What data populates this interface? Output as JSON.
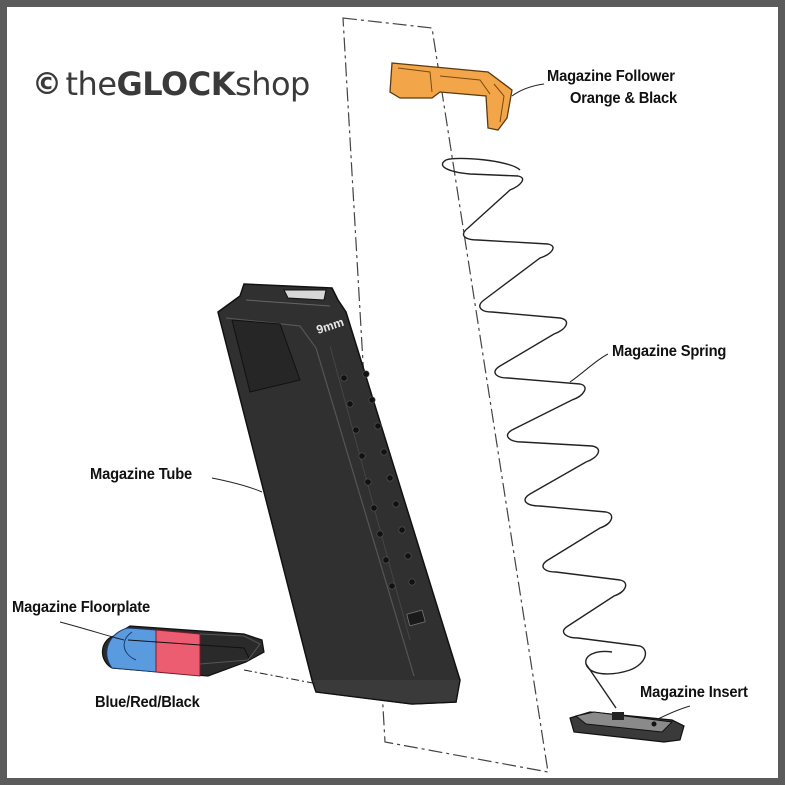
{
  "brand": {
    "copyright_symbol": "©",
    "name_prefix": "the",
    "name_bold": "GLOCK",
    "name_suffix": "shop"
  },
  "labels": {
    "follower_title": "Magazine Follower",
    "follower_colors": "Orange & Black",
    "spring": "Magazine Spring",
    "tube": "Magazine Tube",
    "floorplate": "Magazine Floorplate",
    "floorplate_colors": "Blue/Red/Black",
    "insert": "Magazine Insert",
    "caliber_mark": "9mm"
  },
  "colors": {
    "frame_border": "#5b5b5b",
    "follower_fill": "#f0a040",
    "floorplate_blue": "#4a90d9",
    "floorplate_red": "#e8556a",
    "floorplate_black": "#2a2a2a",
    "tube_fill": "#2e2e2e"
  }
}
